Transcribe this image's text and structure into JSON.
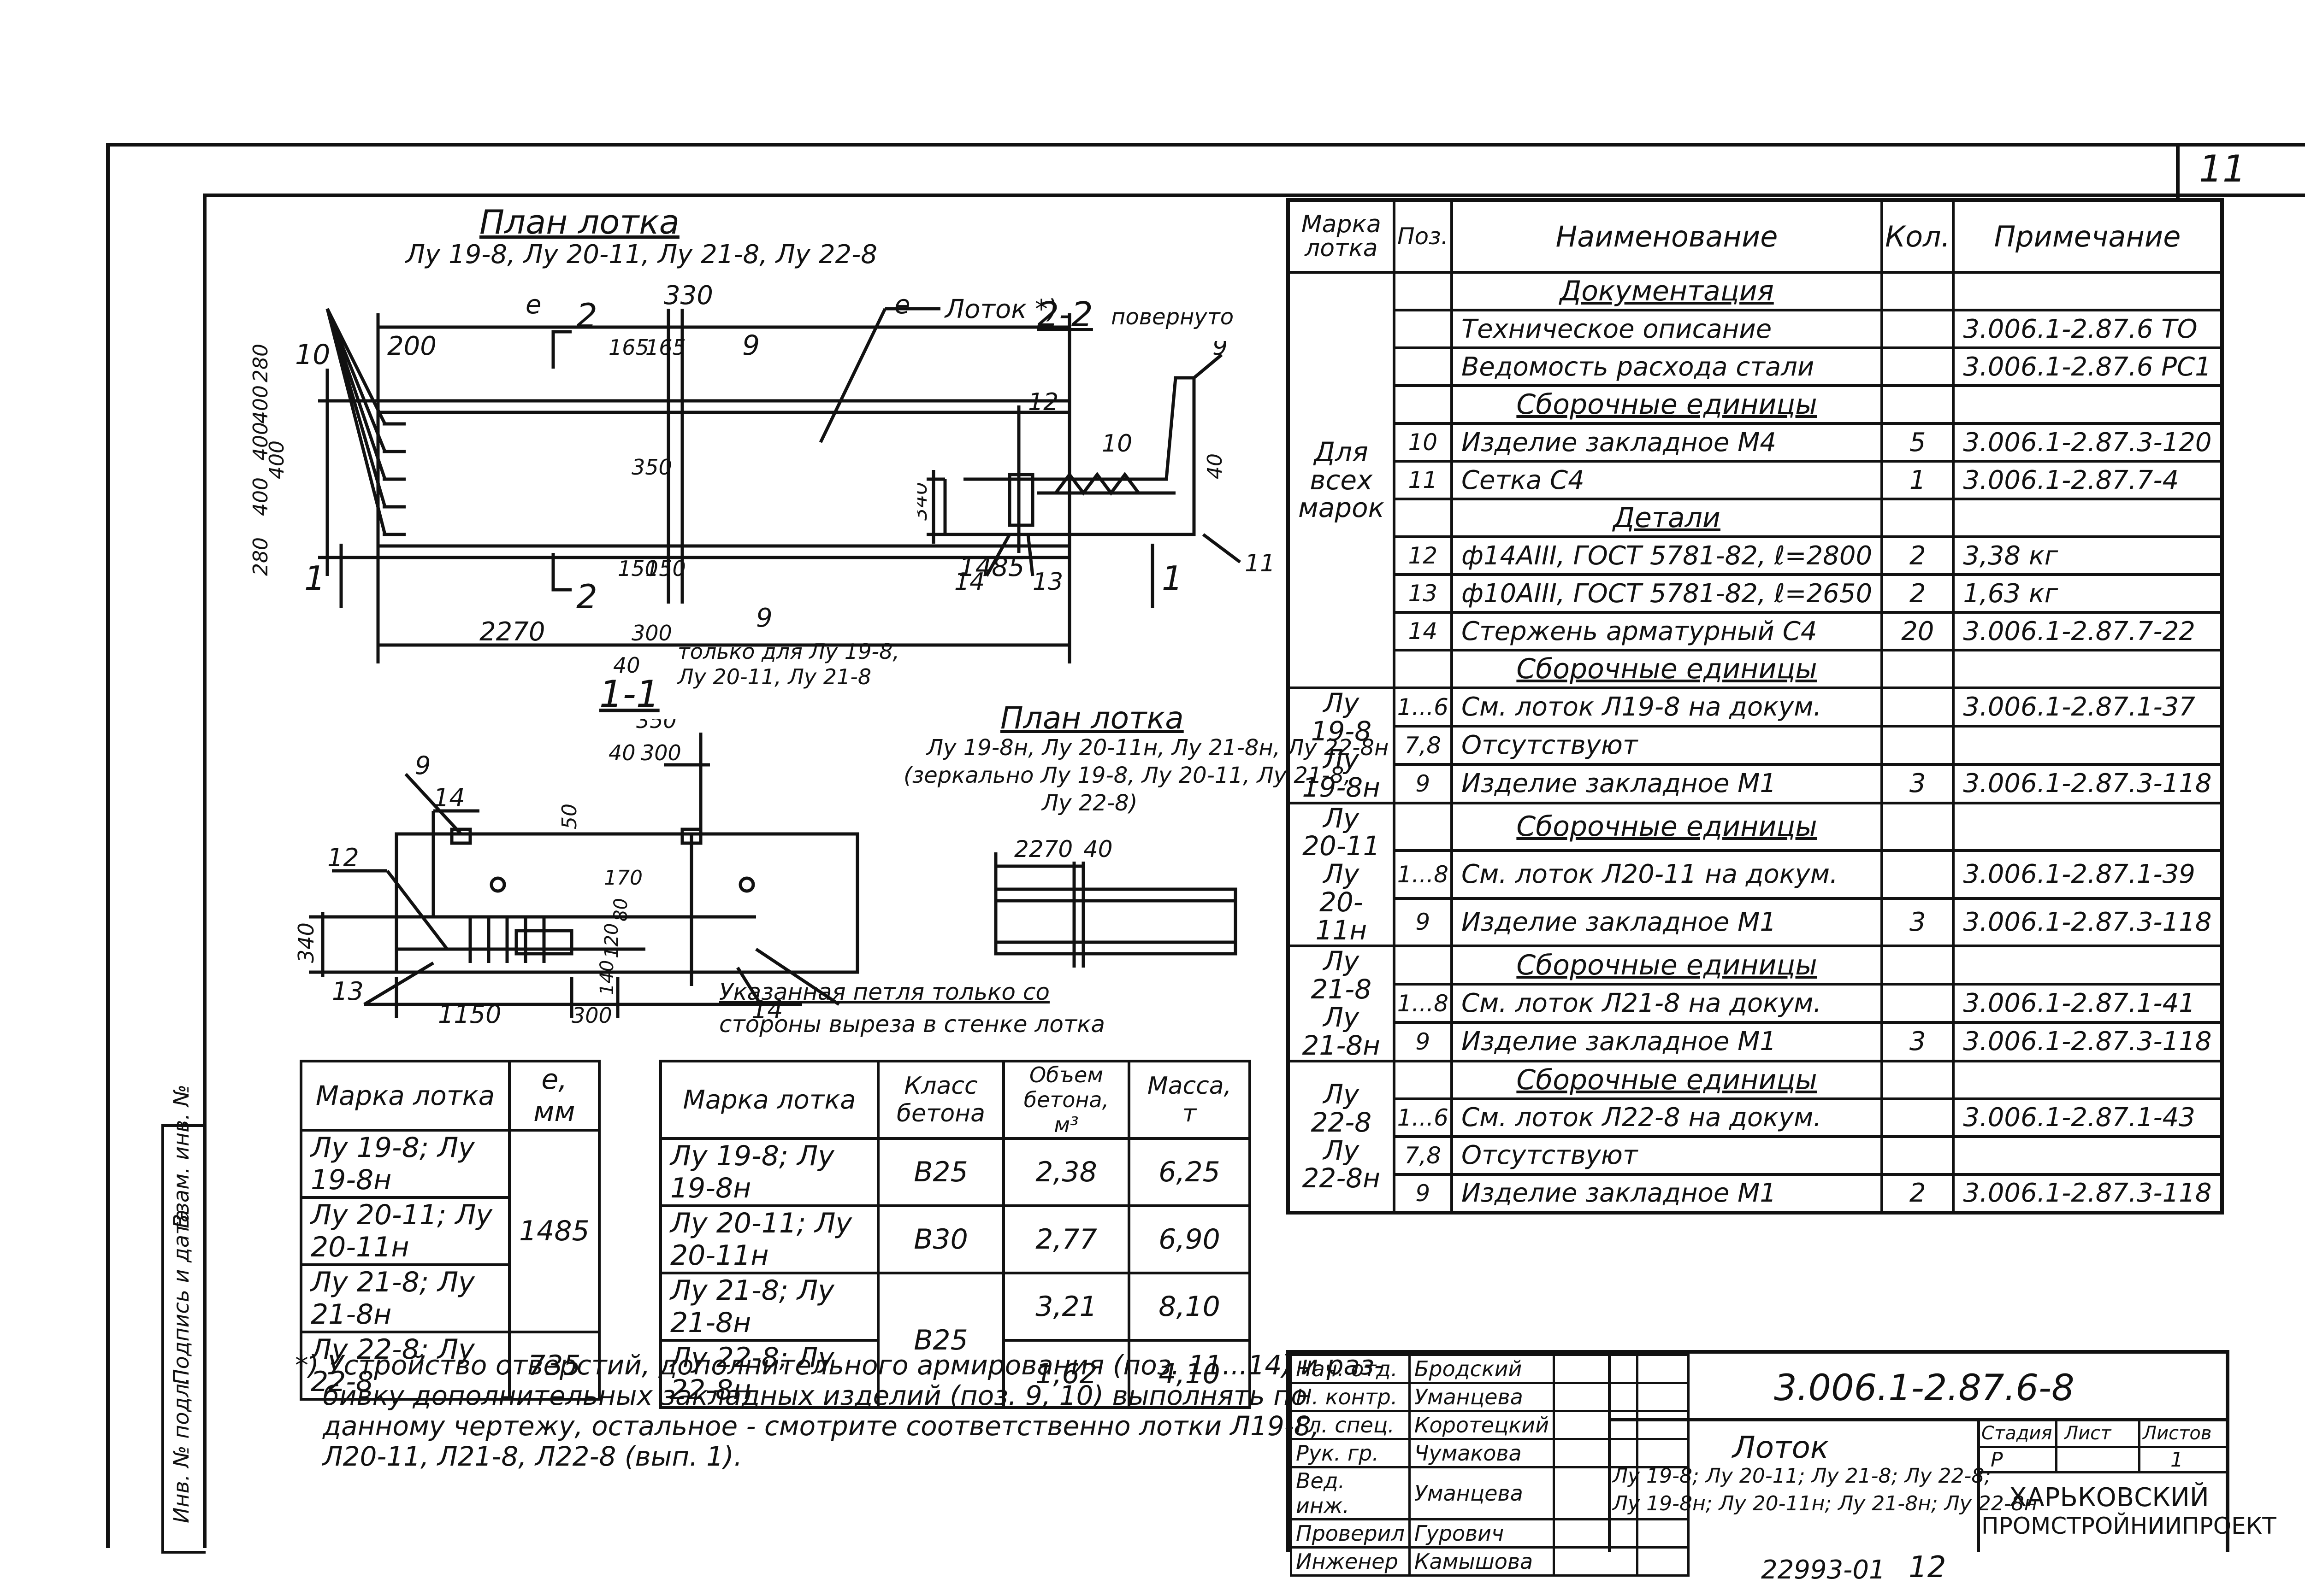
{
  "page_number": "11",
  "plan": {
    "title": "План лотка",
    "subtitle": "Лу 19-8, Лу 20-11, Лу 21-8, Лу 22-8",
    "dims": {
      "e1": "e",
      "e2": "e",
      "d330": "330",
      "d200": "200",
      "d165a": "165",
      "d165b": "165",
      "d280a": "280",
      "d400a": "400",
      "d400b": "400",
      "d400c": "400",
      "d400d": "400",
      "d280b": "280",
      "d350": "350",
      "d150a": "150",
      "d150b": "150",
      "d1485": "1485",
      "d2270": "2270",
      "d300": "300",
      "d40": "40",
      "d9": "9"
    },
    "labels": {
      "p10": "10",
      "p9": "9",
      "cut2a": "2",
      "cut2b": "2",
      "cut1a": "1",
      "cut1b": "1",
      "lotok": "Лоток *)"
    },
    "note_only": "только для Лу 19-8,",
    "note_only2": "Лу 20-11, Лу 21-8"
  },
  "section22": {
    "title": "2-2",
    "subtitle": "повернуто",
    "labels": {
      "p9": "9",
      "p12": "12",
      "p10": "10",
      "p11": "11",
      "p13": "13",
      "p14": "14",
      "d340": "340",
      "d40": "40"
    }
  },
  "section11": {
    "title": "1-1",
    "labels": {
      "p9": "9",
      "p12": "12",
      "p14a": "14",
      "p13": "13",
      "p14b": "14",
      "d350": "350",
      "d40": "40",
      "d300a": "300",
      "d50": "50",
      "d170": "170",
      "d80": "80",
      "d120": "120",
      "d140": "140",
      "d340": "340",
      "d1150": "1150",
      "d300b": "300"
    },
    "note1": "Указанная петля только со",
    "note2": "стороны выреза в стенке лотка"
  },
  "plan2": {
    "title": "План лотка",
    "line1": "Лу 19-8н, Лу 20-11н, Лу 21-8н, Лу 22-8н",
    "line2": "(зеркально Лу 19-8, Лу 20-11, Лу 21-8,",
    "line3": "Лу 22-8)",
    "d2270": "2270",
    "d40": "40"
  },
  "table_e": {
    "headers": [
      "Марка лотка",
      "e, мм"
    ],
    "rows": [
      [
        "Лу 19-8; Лу 19-8н",
        ""
      ],
      [
        "Лу 20-11; Лу 20-11н",
        "1485"
      ],
      [
        "Лу 21-8; Лу 21-8н",
        ""
      ],
      [
        "Лу 22-8; Лу 22-8",
        "735"
      ]
    ]
  },
  "table_mass": {
    "headers": [
      "Марка лотка",
      "Класс бетона",
      "Объем бетона, м³",
      "Масса, т"
    ],
    "rows": [
      [
        "Лу 19-8; Лу 19-8н",
        "B25",
        "2,38",
        "6,25"
      ],
      [
        "Лу 20-11; Лу 20-11н",
        "B30",
        "2,77",
        "6,90"
      ],
      [
        "Лу 21-8; Лу 21-8н",
        "B25",
        "3,21",
        "8,10"
      ],
      [
        "Лу 22-8; Лу 22-8н",
        "",
        "1,62",
        "4,10"
      ]
    ]
  },
  "footnote": {
    "line1": "*) Устройство отверстий, дополнительного армирования (поз. 11...14) и раз-",
    "line2": "бивку дополнительных закладных изделий (поз. 9, 10) выполнять по",
    "line3": "данному чертежу, остальное - смотрите соответственно лотки Л19-8,",
    "line4": "Л20-11, Л21-8, Л22-8 (вып. 1)."
  },
  "spec": {
    "headers": [
      "Марка лотка",
      "Поз.",
      "Наименование",
      "Кол.",
      "Примечание"
    ],
    "rows": [
      {
        "mark": "",
        "pos": "",
        "name": "Документация",
        "qty": "",
        "note": "",
        "section": true
      },
      {
        "mark": "",
        "pos": "",
        "name": "Техническое описание",
        "qty": "",
        "note": "3.006.1-2.87.6 ТО"
      },
      {
        "mark": "",
        "pos": "",
        "name": "Ведомость расхода стали",
        "qty": "",
        "note": "3.006.1-2.87.6 РС1"
      },
      {
        "mark": "",
        "pos": "",
        "name": "Сборочные единицы",
        "qty": "",
        "note": "",
        "section": true
      },
      {
        "mark": "Для всех марок",
        "pos": "10",
        "name": "Изделие закладное М4",
        "qty": "5",
        "note": "3.006.1-2.87.3-120"
      },
      {
        "mark": "",
        "pos": "11",
        "name": "Сетка С4",
        "qty": "1",
        "note": "3.006.1-2.87.7-4"
      },
      {
        "mark": "",
        "pos": "",
        "name": "Детали",
        "qty": "",
        "note": "",
        "section": true
      },
      {
        "mark": "",
        "pos": "12",
        "name": "ф14АIII, ГОСТ 5781-82, ℓ=2800",
        "qty": "2",
        "note": "3,38 кг"
      },
      {
        "mark": "",
        "pos": "13",
        "name": "ф10АIII, ГОСТ 5781-82, ℓ=2650",
        "qty": "2",
        "note": "1,63 кг"
      },
      {
        "mark": "",
        "pos": "14",
        "name": "Стержень арматурный С4",
        "qty": "20",
        "note": "3.006.1-2.87.7-22"
      },
      {
        "mark": "",
        "pos": "",
        "name": "Сборочные единицы",
        "qty": "",
        "note": "",
        "section": true
      },
      {
        "mark": "Лу 19-8 Лу 19-8н",
        "pos": "1...6",
        "name": "См. лоток Л19-8 на докум.",
        "qty": "",
        "note": "3.006.1-2.87.1-37"
      },
      {
        "mark": "",
        "pos": "7,8",
        "name": "Отсутствуют",
        "qty": "",
        "note": ""
      },
      {
        "mark": "",
        "pos": "9",
        "name": "Изделие закладное М1",
        "qty": "3",
        "note": "3.006.1-2.87.3-118"
      },
      {
        "mark": "",
        "pos": "",
        "name": "Сборочные единицы",
        "qty": "",
        "note": "",
        "section": true
      },
      {
        "mark": "Лу 20-11 Лу 20-11н",
        "pos": "1...8",
        "name": "См. лоток Л20-11 на докум.",
        "qty": "",
        "note": "3.006.1-2.87.1-39"
      },
      {
        "mark": "",
        "pos": "9",
        "name": "Изделие закладное М1",
        "qty": "3",
        "note": "3.006.1-2.87.3-118"
      },
      {
        "mark": "",
        "pos": "",
        "name": "Сборочные единицы",
        "qty": "",
        "note": "",
        "section": true
      },
      {
        "mark": "Лу 21-8 Лу 21-8н",
        "pos": "1...8",
        "name": "См. лоток Л21-8 на докум.",
        "qty": "",
        "note": "3.006.1-2.87.1-41"
      },
      {
        "mark": "",
        "pos": "9",
        "name": "Изделие закладное М1",
        "qty": "3",
        "note": "3.006.1-2.87.3-118"
      },
      {
        "mark": "",
        "pos": "",
        "name": "Сборочные единицы",
        "qty": "",
        "note": "",
        "section": true
      },
      {
        "mark": "Лу 22-8 Лу 22-8н",
        "pos": "1...6",
        "name": "См. лоток Л22-8 на докум.",
        "qty": "",
        "note": "3.006.1-2.87.1-43"
      },
      {
        "mark": "",
        "pos": "7,8",
        "name": "Отсутствуют",
        "qty": "",
        "note": ""
      },
      {
        "mark": "",
        "pos": "9",
        "name": "Изделие закладное М1",
        "qty": "2",
        "note": "3.006.1-2.87.3-118"
      }
    ]
  },
  "title_block": {
    "code": "3.006.1-2.87.6-8",
    "name": "Лоток",
    "marks1": "Лу 19-8; Лу 20-11; Лу 21-8; Лу 22-8;",
    "marks2": "Лу 19-8н; Лу 20-11н; Лу 21-8н; Лу 22-8н",
    "stage_label": "Стадия",
    "sheet_label": "Лист",
    "sheets_label": "Листов",
    "stage": "Р",
    "sheet": "",
    "sheets": "1",
    "org1": "ХАРЬКОВСКИЙ",
    "org2": "ПРОМСТРОЙНИИПРОЕКТ",
    "people": [
      [
        "Нач. отд.",
        "Бродский"
      ],
      [
        "Н. контр.",
        "Уманцева"
      ],
      [
        "Гл. спец.",
        "Коротецкий"
      ],
      [
        "Рук. гр.",
        "Чумакова"
      ],
      [
        "Вед. инж.",
        "Уманцева"
      ],
      [
        "Проверил",
        "Гурович"
      ],
      [
        "Инженер",
        "Камышова"
      ]
    ]
  },
  "side_stamp": {
    "a": "Инв. № подл.",
    "b": "Подпись и дата",
    "c": "Взам. инв. №"
  },
  "bottom_number": "22993-01",
  "bottom_page": "12"
}
